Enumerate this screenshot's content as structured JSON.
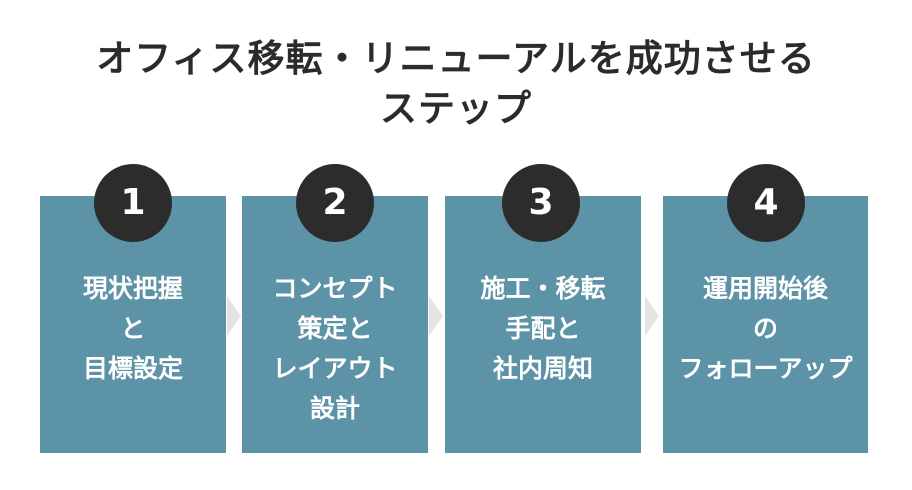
{
  "title": {
    "line1": "オフィス移転・リニューアルを成功させる",
    "line2": "ステップ"
  },
  "colors": {
    "step_box": "#5d93a7",
    "badge": "#2c2c2c",
    "title_text": "#2b2b2b",
    "chevron": "#e3e3e3"
  },
  "steps": [
    {
      "number": "1",
      "lines": [
        "現状把握",
        "と",
        "目標設定"
      ]
    },
    {
      "number": "2",
      "lines": [
        "コンセプト",
        "策定と",
        "レイアウト",
        "設計"
      ]
    },
    {
      "number": "3",
      "lines": [
        "施工・移転",
        "手配と",
        "社内周知"
      ]
    },
    {
      "number": "4",
      "lines": [
        "運用開始後",
        "の",
        "フォローアップ"
      ]
    }
  ]
}
